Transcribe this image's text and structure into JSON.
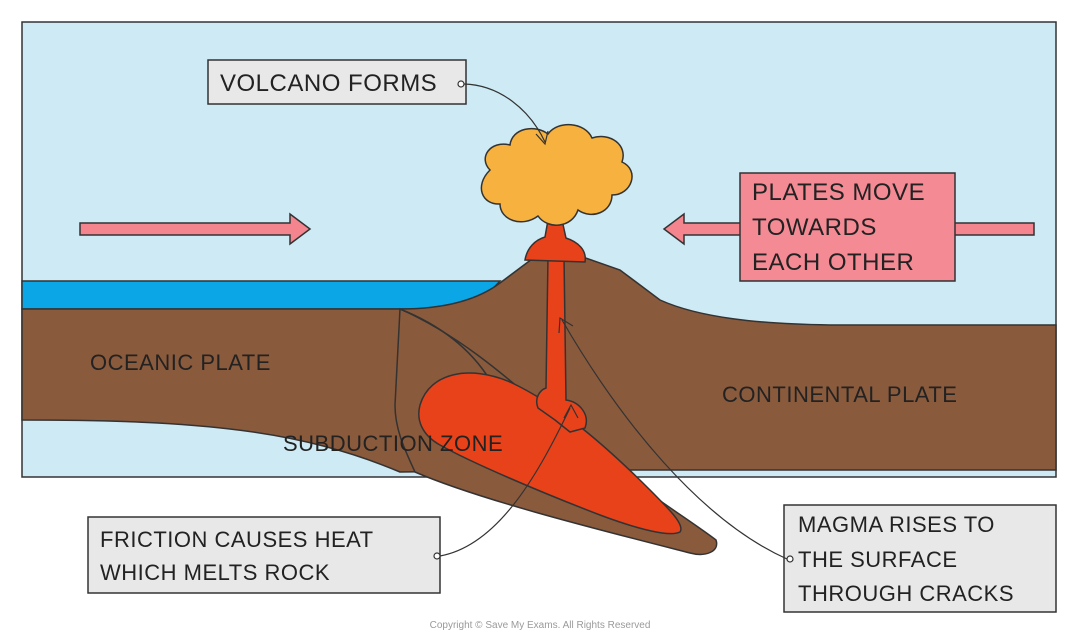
{
  "diagram": {
    "callouts": {
      "volcano": "VOLCANO FORMS",
      "plates_move": [
        "PLATES MOVE",
        "TOWARDS",
        "EACH OTHER"
      ],
      "friction": [
        "FRICTION CAUSES HEAT",
        "WHICH MELTS ROCK"
      ],
      "magma": [
        "MAGMA RISES TO",
        "THE SURFACE",
        "THROUGH CRACKS"
      ]
    },
    "labels": {
      "oceanic": "OCEANIC PLATE",
      "continental": "CONTINENTAL PLATE",
      "subduction": "SUBDUCTION ZONE"
    },
    "copyright": "Copyright © Save My Exams. All Rights Reserved"
  },
  "colors": {
    "sky": "#cdeaf5",
    "ocean": "#0aa6e6",
    "crust": "#8a5a3c",
    "magma": "#e8421a",
    "ash_cloud": "#f6b13e",
    "arrow_fill": "#f4858f",
    "callout_pink": "#f48a94",
    "callout_grey": "#e8e8e8"
  },
  "icons": [
    "plate-arrow-right",
    "plate-arrow-left",
    "ash-cloud",
    "magma-chamber"
  ]
}
